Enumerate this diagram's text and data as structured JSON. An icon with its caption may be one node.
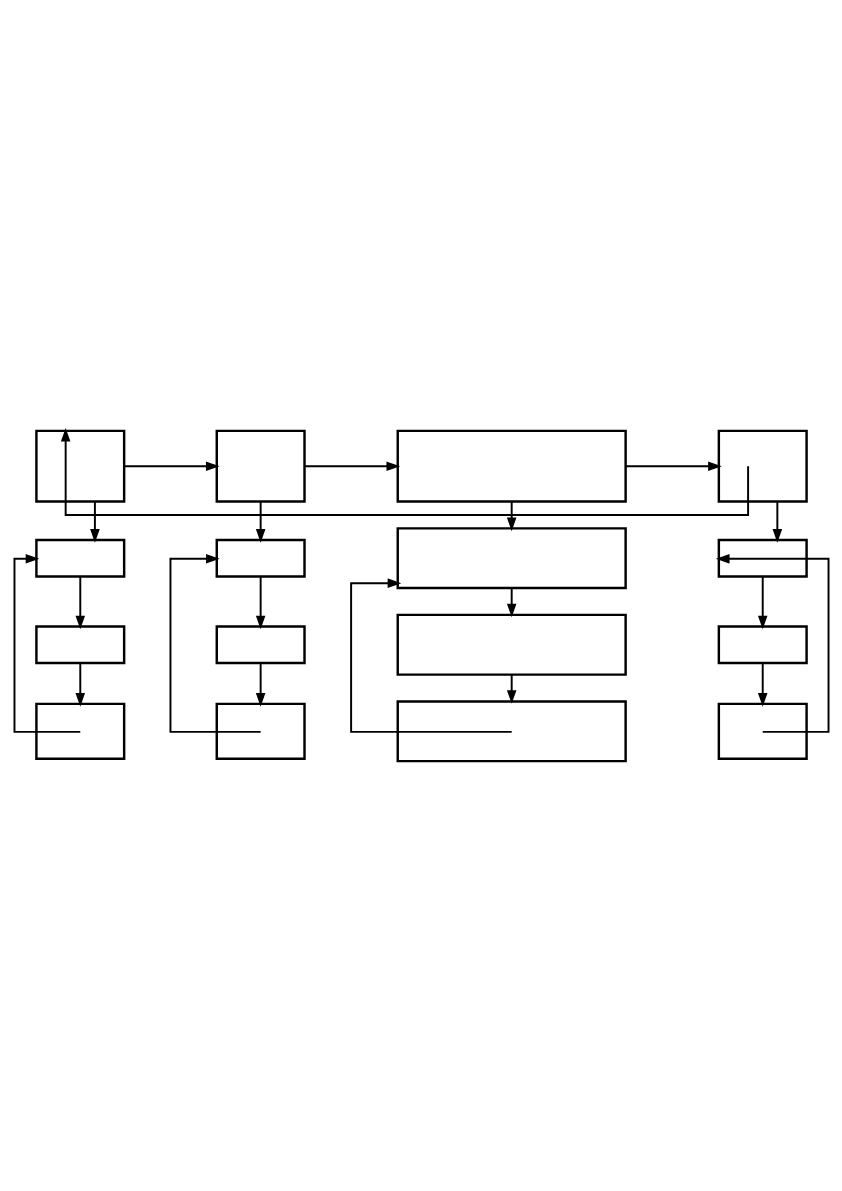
{
  "diagram": {
    "nodes": [
      {
        "text": [],
        "shape": "box"
      },
      {
        "text": [],
        "shape": "box"
      },
      {
        "text": [],
        "shape": "box"
      },
      {
        "text": [],
        "shape": "box"
      },
      {
        "text": [],
        "shape": "box"
      },
      {
        "text": [],
        "shape": "box"
      },
      {
        "text": [],
        "shape": "box"
      },
      {
        "text": [],
        "shape": "box"
      },
      {
        "text": [],
        "shape": "box"
      },
      {
        "text": [],
        "shape": "box"
      },
      {
        "text": [],
        "shape": "box"
      },
      {
        "text": [],
        "shape": "box"
      },
      {
        "text": [],
        "shape": "box"
      },
      {
        "text": [],
        "shape": "box"
      },
      {
        "text": [],
        "shape": "box"
      },
      {
        "text": [],
        "shape": "box"
      }
    ],
    "edges": [
      {
        "from": 0,
        "to": 1,
        "arrow": "to"
      },
      {
        "from": 1,
        "to": 2,
        "arrow": "to"
      },
      {
        "from": 2,
        "to": 3,
        "arrow": "to"
      },
      {
        "from": 3,
        "to": 0,
        "arrow": "to"
      },
      {
        "from": 0,
        "to": 4,
        "arrow": "to"
      },
      {
        "from": 4,
        "to": 5,
        "arrow": "to"
      },
      {
        "from": 5,
        "to": 6,
        "arrow": "to"
      },
      {
        "from": 6,
        "to": 4,
        "arrow": "to"
      },
      {
        "from": 1,
        "to": 7,
        "arrow": "to"
      },
      {
        "from": 7,
        "to": 8,
        "arrow": "to"
      },
      {
        "from": 8,
        "to": 9,
        "arrow": "to"
      },
      {
        "from": 9,
        "to": 7,
        "arrow": "to"
      },
      {
        "from": 2,
        "to": 10,
        "arrow": "to"
      },
      {
        "from": 10,
        "to": 11,
        "arrow": "to"
      },
      {
        "from": 11,
        "to": 12,
        "arrow": "to"
      },
      {
        "from": 12,
        "to": 10,
        "arrow": "to"
      },
      {
        "from": 3,
        "to": 13,
        "arrow": "to"
      },
      {
        "from": 13,
        "to": 14,
        "arrow": "to"
      },
      {
        "from": 14,
        "to": 15,
        "arrow": "to"
      },
      {
        "from": 15,
        "to": 13,
        "arrow": "to"
      }
    ]
  }
}
